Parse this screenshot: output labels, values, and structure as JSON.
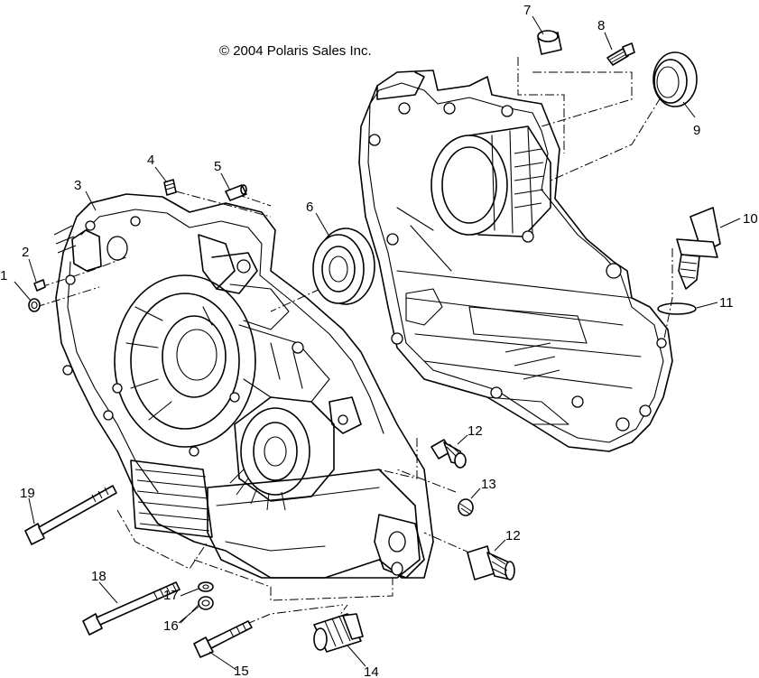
{
  "copyright": "© 2004 Polaris Sales Inc.",
  "callouts": [
    {
      "id": "1",
      "label": "1"
    },
    {
      "id": "2",
      "label": "2"
    },
    {
      "id": "3",
      "label": "3"
    },
    {
      "id": "4",
      "label": "4"
    },
    {
      "id": "5",
      "label": "5"
    },
    {
      "id": "6",
      "label": "6"
    },
    {
      "id": "7",
      "label": "7"
    },
    {
      "id": "8",
      "label": "8"
    },
    {
      "id": "9",
      "label": "9"
    },
    {
      "id": "10",
      "label": "10"
    },
    {
      "id": "11",
      "label": "11"
    },
    {
      "id": "12a",
      "label": "12"
    },
    {
      "id": "12b",
      "label": "12"
    },
    {
      "id": "13",
      "label": "13"
    },
    {
      "id": "14",
      "label": "14"
    },
    {
      "id": "15",
      "label": "15"
    },
    {
      "id": "16",
      "label": "16"
    },
    {
      "id": "17",
      "label": "17"
    },
    {
      "id": "18",
      "label": "18"
    },
    {
      "id": "19",
      "label": "19"
    }
  ]
}
